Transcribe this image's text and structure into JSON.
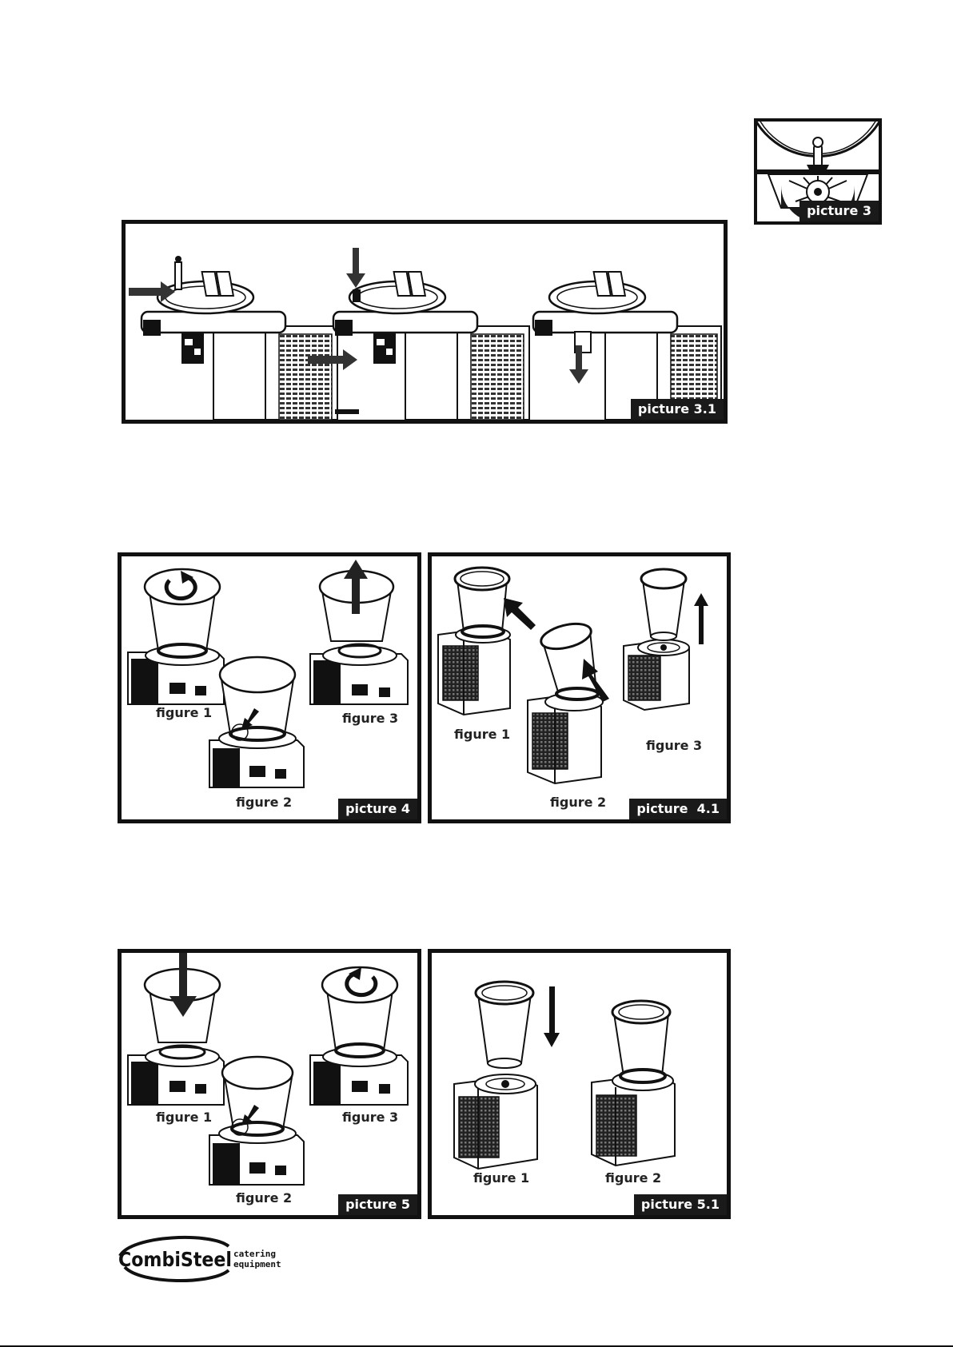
{
  "panels": {
    "p3": {
      "label": "picture 3"
    },
    "p31": {
      "label": "picture 3.1"
    },
    "p4": {
      "label": "picture 4",
      "figures": [
        "figure 1",
        "figure 2",
        "figure 3"
      ]
    },
    "p41": {
      "label": "picture  4.1",
      "figures": [
        "figure 1",
        "figure 2",
        "figure 3"
      ]
    },
    "p5": {
      "label": "picture 5",
      "figures": [
        "figure 1",
        "figure 2",
        "figure 3"
      ]
    },
    "p51": {
      "label": "picture 5.1",
      "figures": [
        "figure 1",
        "figure 2"
      ]
    }
  },
  "footer": {
    "brand": "CombiSteel",
    "tagline_1": "catering",
    "tagline_2": "equipment"
  },
  "icons": [
    "arrow-right-icon",
    "arrow-down-icon",
    "arrow-up-icon",
    "rotate-icon"
  ]
}
